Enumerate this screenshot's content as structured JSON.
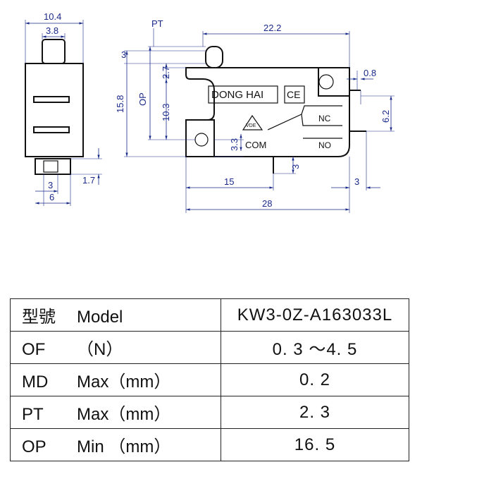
{
  "dimensions": {
    "side_width": "10.4",
    "side_plunger_width": "3.8",
    "side_base_width": "3",
    "side_base_full": "6",
    "side_base_height": "1.7",
    "pt": "PT",
    "op": "OP",
    "pt_value": "3",
    "plunger_offset": "2.7",
    "body_height": "15.8",
    "op_value": "10.3",
    "top_length": "22.2",
    "hole_size": "0.8",
    "terminal_height": "6.2",
    "com_offset": "3.3",
    "com_pin": "3",
    "terminal_pos": "15",
    "total_length": "28",
    "right_offset": "3"
  },
  "labels": {
    "brand": "DONG HAI",
    "ce": "CE",
    "vde": "VDE",
    "nc": "NC",
    "no": "NO",
    "com": "COM"
  },
  "table": [
    {
      "abbr": "型號",
      "name": "Model",
      "value": "KW3-0Z-A163033L"
    },
    {
      "abbr": "OF",
      "name": "（N）",
      "value": "0. 3 ～4. 5"
    },
    {
      "abbr": "MD",
      "name": "Max（mm）",
      "value": "0. 2"
    },
    {
      "abbr": "PT",
      "name": "Max（mm）",
      "value": "2. 3"
    },
    {
      "abbr": "OP",
      "name": "Min （mm）",
      "value": "16. 5"
    }
  ]
}
